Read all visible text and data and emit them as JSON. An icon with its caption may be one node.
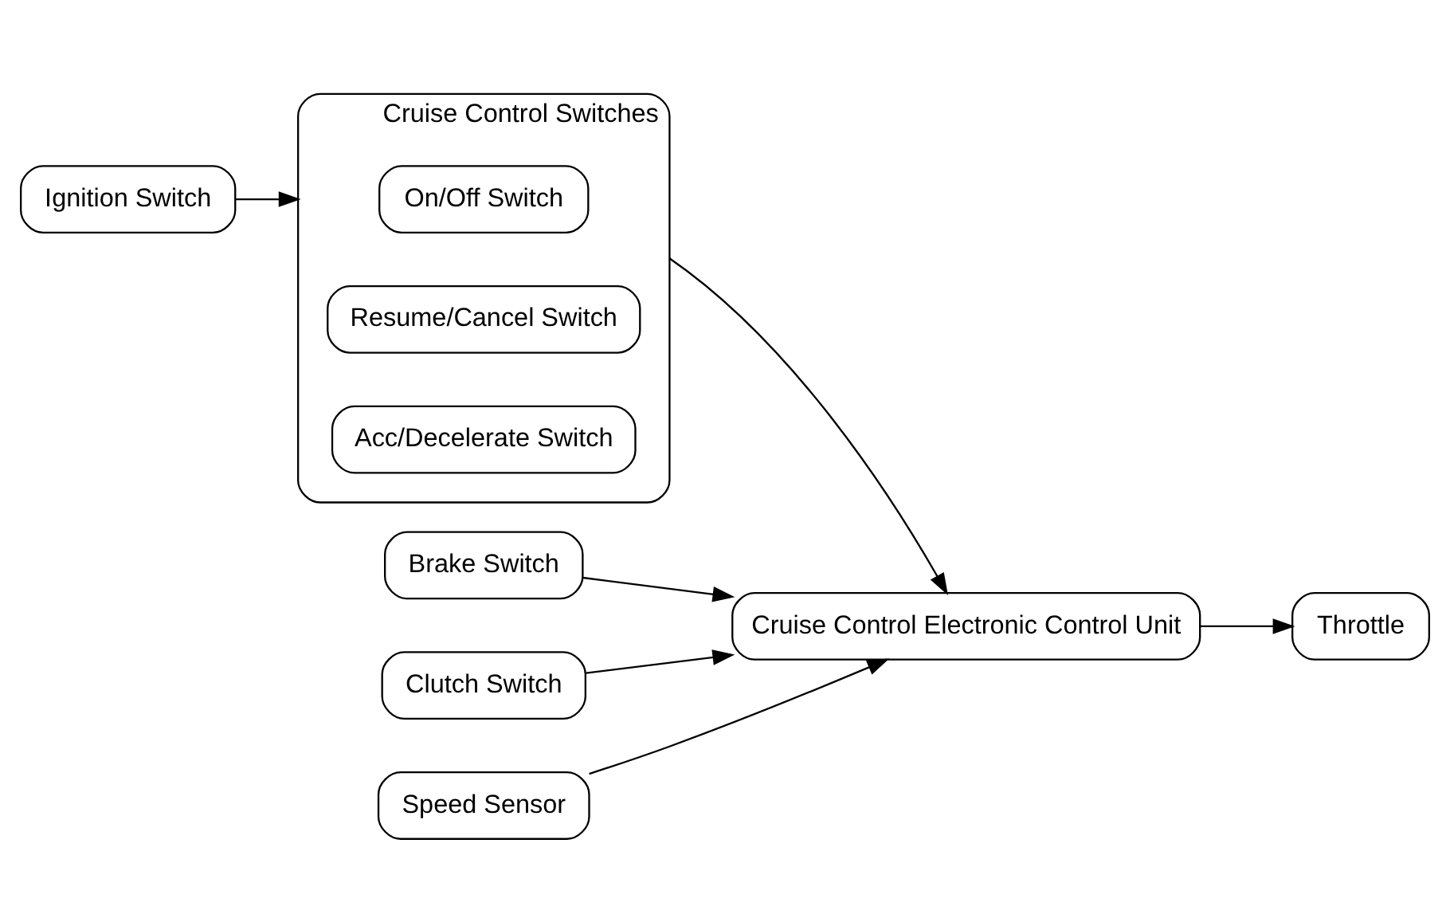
{
  "diagram": {
    "nodes": [
      {
        "text": [
          "Ignition Switch"
        ]
      },
      {
        "text": [
          "Cruise Control Switches"
        ]
      },
      {
        "text": [
          "On/Off Switch"
        ],
        "in": 1
      },
      {
        "text": [
          "Resume/Cancel Switch"
        ],
        "in": 1
      },
      {
        "text": [
          "Acc/Decelerate Switch"
        ],
        "in": 1
      },
      {
        "text": [
          "Brake Switch"
        ]
      },
      {
        "text": [
          "Clutch Switch"
        ]
      },
      {
        "text": [
          "Speed Sensor"
        ]
      },
      {
        "text": [
          "Cruise Control Electronic Control Unit"
        ]
      },
      {
        "text": [
          "Throttle"
        ]
      }
    ],
    "edges": [
      {
        "from": 0,
        "to": 1,
        "arrow": "to"
      },
      {
        "from": 1,
        "to": 8,
        "arrow": "to"
      },
      {
        "from": 5,
        "to": 8,
        "arrow": "to"
      },
      {
        "from": 6,
        "to": 8,
        "arrow": "to"
      },
      {
        "from": 7,
        "to": 8,
        "arrow": "to"
      },
      {
        "from": 8,
        "to": 9,
        "arrow": "to"
      }
    ]
  }
}
